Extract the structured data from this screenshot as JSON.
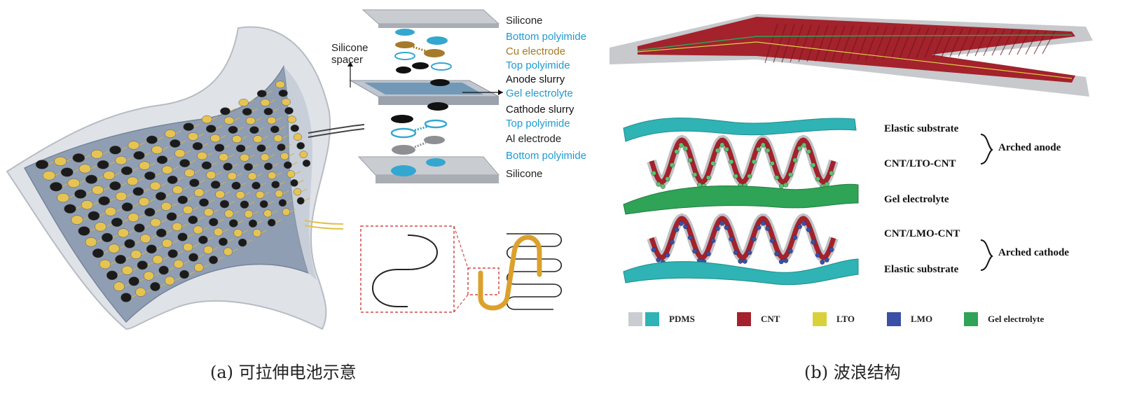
{
  "panel_a": {
    "caption": "(a) 可拉伸电池示意",
    "spacer_label": "Silicone\nspacer",
    "layers": [
      {
        "text": "Silicone",
        "color": "#222222"
      },
      {
        "text": "Bottom polyimide",
        "color": "#1e9bd1"
      },
      {
        "text": "Cu electrode",
        "color": "#a8781e"
      },
      {
        "text": "Top polyimide",
        "color": "#1e9bd1"
      },
      {
        "text": "Anode slurry",
        "color": "#111111"
      },
      {
        "text": "Gel electrolyte",
        "color": "#1e9bd1"
      },
      {
        "text": "Cathode slurry",
        "color": "#111111"
      },
      {
        "text": "Top polyimide",
        "color": "#1e9bd1"
      },
      {
        "text": "Al electrode",
        "color": "#222222"
      },
      {
        "text": "Bottom polyimide",
        "color": "#1e9bd1"
      },
      {
        "text": "Silicone",
        "color": "#222222"
      }
    ]
  },
  "panel_b": {
    "caption": "(b) 波浪结构",
    "labels": {
      "elastic_top": "Elastic substrate",
      "cnt_lto": "CNT/LTO-CNT",
      "arched_anode": "Arched anode",
      "gel": "Gel electrolyte",
      "cnt_lmo": "CNT/LMO-CNT",
      "arched_cathode": "Arched cathode",
      "elastic_bottom": "Elastic substrate"
    },
    "legend": [
      {
        "text": "PDMS",
        "colors": [
          "#c9cdd2",
          "#2fb3b5"
        ]
      },
      {
        "text": "CNT",
        "colors": [
          "#a3222c"
        ]
      },
      {
        "text": "LTO",
        "colors": [
          "#d9d13a"
        ]
      },
      {
        "text": "LMO",
        "colors": [
          "#3a4fa6"
        ]
      },
      {
        "text": "Gel electrolyte",
        "colors": [
          "#2fa356"
        ]
      }
    ]
  }
}
